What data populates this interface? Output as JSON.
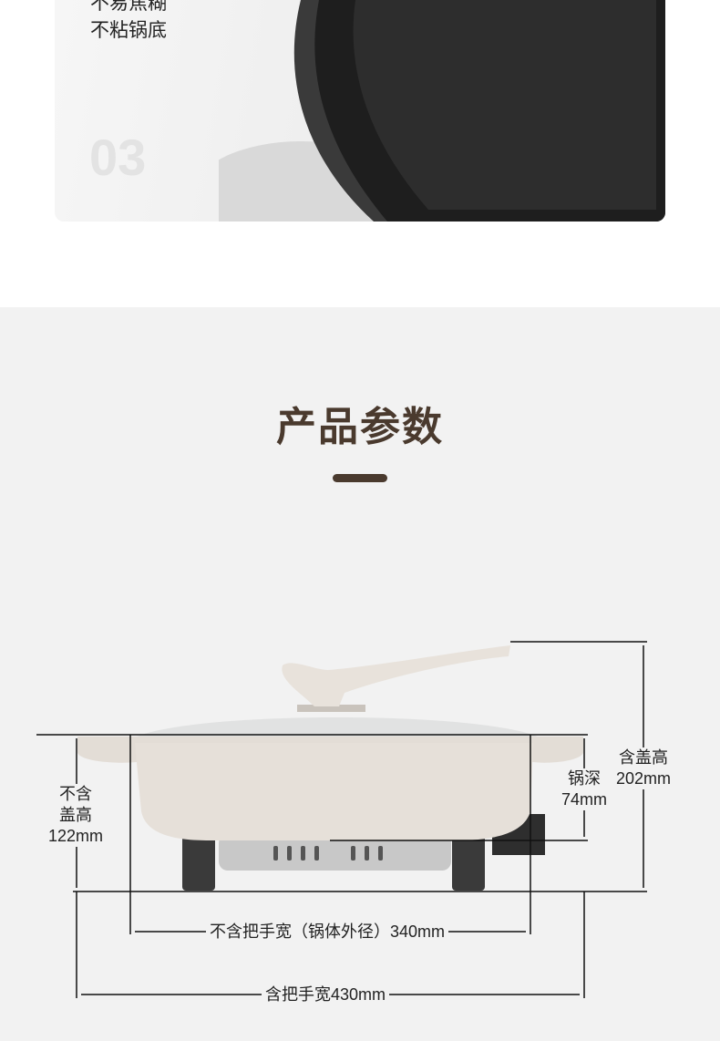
{
  "feature": {
    "lines": [
      "不易焦糊",
      "不粘锅底"
    ],
    "number": "03"
  },
  "section": {
    "title": "产品参数"
  },
  "dimensions": {
    "height_no_lid": [
      "不含",
      "盖高",
      "122mm"
    ],
    "height_with_lid": [
      "含盖高",
      "202mm"
    ],
    "depth": [
      "锅深",
      "74mm"
    ],
    "width_no_handle": "不含把手宽（锅体外径）340mm",
    "width_with_handle": "含把手宽430mm"
  }
}
